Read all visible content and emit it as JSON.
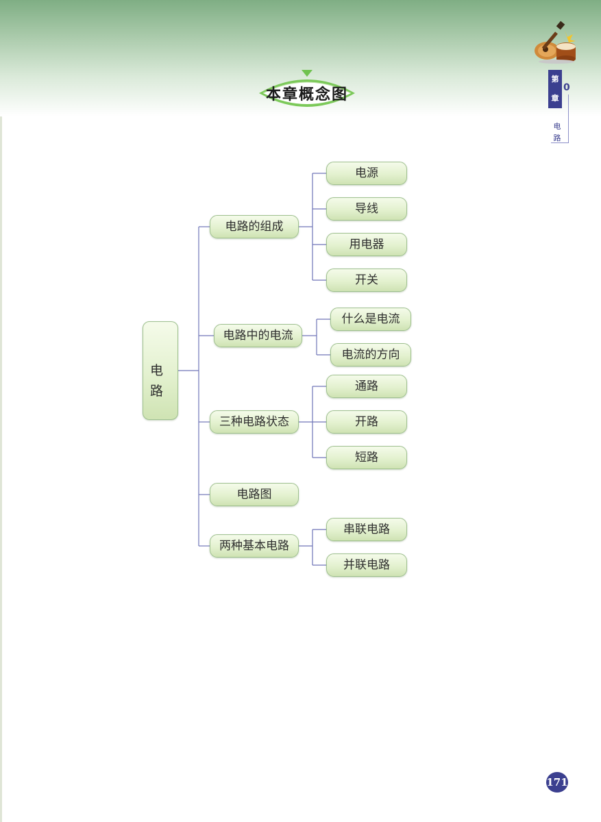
{
  "header": {
    "title": "本章概念图",
    "chapter_tab": "第",
    "chapter_tab_2": "章",
    "chapter_num": "0",
    "chapter_name": "电路"
  },
  "concept_map": {
    "root": "电路",
    "branches": [
      {
        "label": "电路的组成",
        "children": [
          "电源",
          "导线",
          "用电器",
          "开关"
        ]
      },
      {
        "label": "电路中的电流",
        "children": [
          "什么是电流",
          "电流的方向"
        ]
      },
      {
        "label": "三种电路状态",
        "children": [
          "通路",
          "开路",
          "短路"
        ]
      },
      {
        "label": "电路图",
        "children": []
      },
      {
        "label": "两种基本电路",
        "children": [
          "串联电路",
          "并联电路"
        ]
      }
    ]
  },
  "footer": {
    "page_number": "171"
  },
  "colors": {
    "accent": "#3b3f8f",
    "node_border": "#9ec08e",
    "connector": "#6f74b8",
    "header_green": "#7fae84"
  }
}
